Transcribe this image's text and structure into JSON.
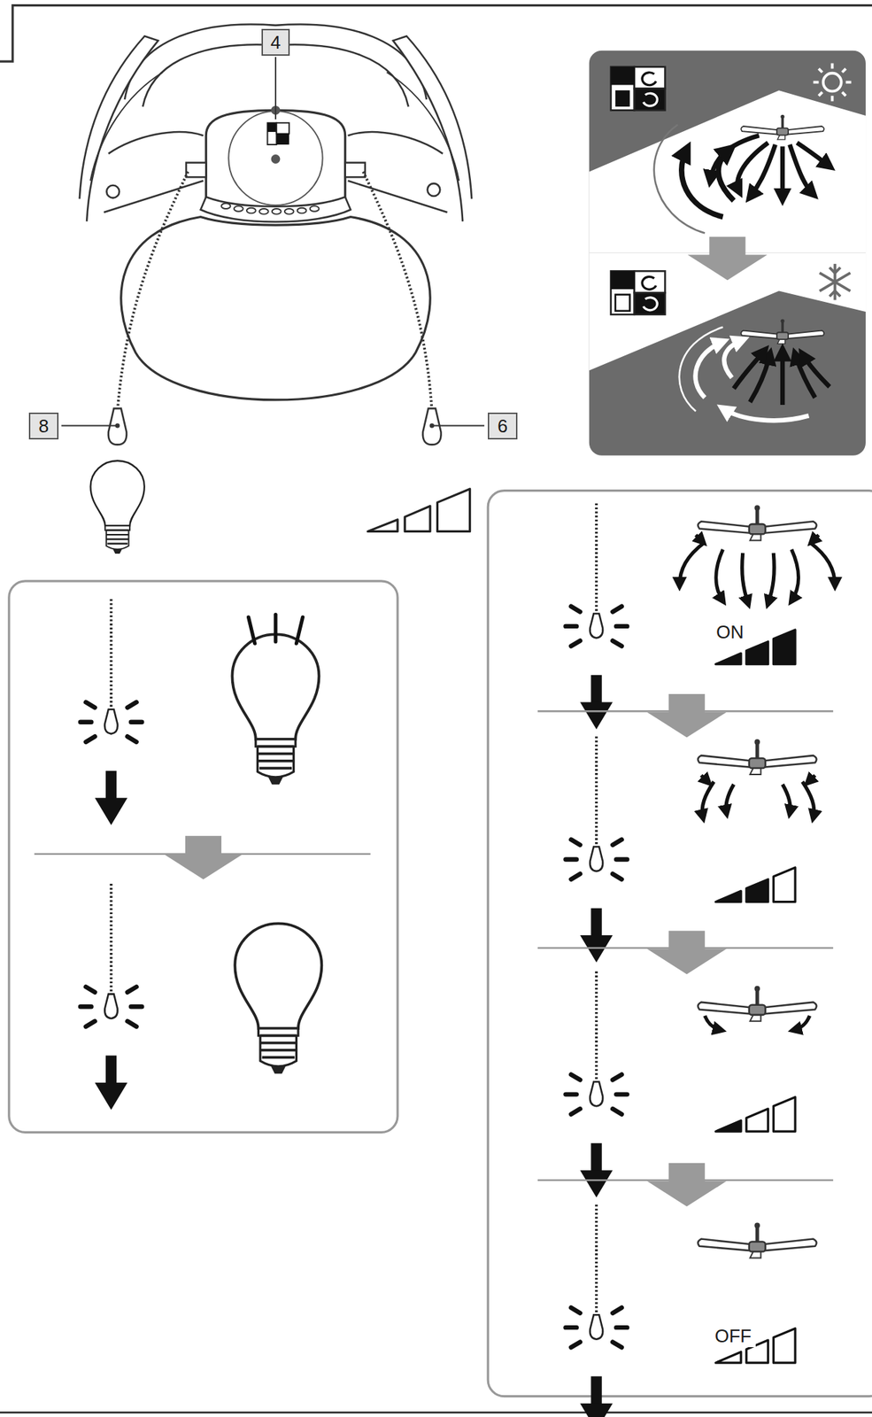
{
  "diagram": {
    "labels": [
      "4",
      "8",
      "6",
      "ON",
      "OFF"
    ]
  }
}
